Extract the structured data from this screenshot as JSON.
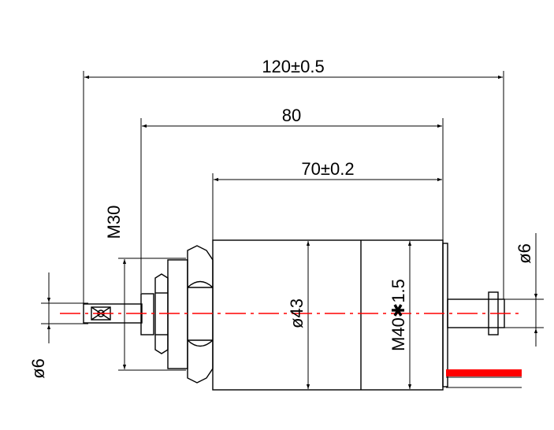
{
  "dimensions": {
    "overall_length": "120±0.5",
    "length_80": "80",
    "body_length": "70±0.2",
    "body_diameter": "ø43",
    "thread_main": "M40✱1.5",
    "thread_nut": "M30",
    "shaft_left_diameter": "ø6",
    "shaft_right_diameter": "ø6"
  },
  "colors": {
    "outline": "#000000",
    "centerline": "#ff0000",
    "lead_wire_red": "#ff0000"
  }
}
